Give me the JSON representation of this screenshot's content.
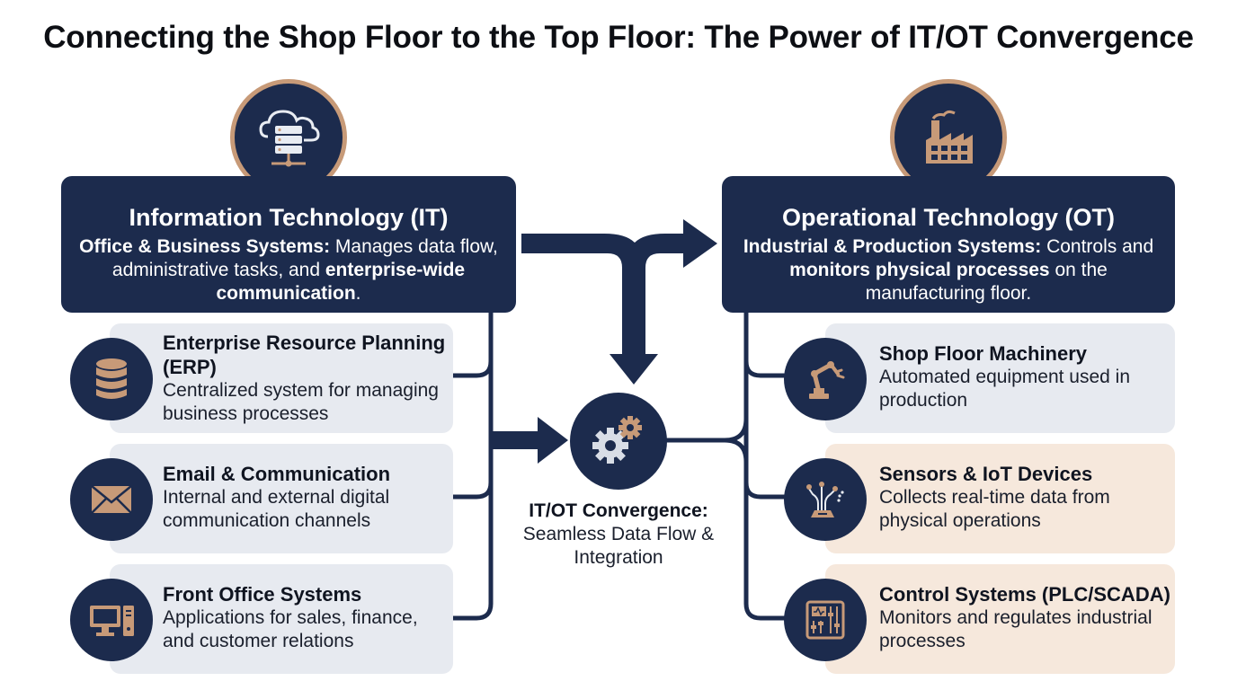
{
  "title": "Connecting the Shop Floor to the Top Floor: The Power of IT/OT Convergence",
  "colors": {
    "navy": "#1c2b4d",
    "accent": "#c79a78",
    "card_grey": "#e7eaf0",
    "card_beige": "#f6e8dc"
  },
  "it": {
    "icon": "cloud-server-icon",
    "title": "Information Technology (IT)",
    "desc_bold_1": "Office & Business Systems:",
    "desc_1": " Manages data flow, administrative tasks, and ",
    "desc_bold_2": "enterprise-wide communication",
    "desc_2": ".",
    "cards": [
      {
        "icon": "database-icon",
        "title": "Enterprise Resource Planning (ERP)",
        "desc": "Centralized system for managing business processes"
      },
      {
        "icon": "envelope-icon",
        "title": "Email & Communication",
        "desc": "Internal and external digital communication channels"
      },
      {
        "icon": "desktop-computer-icon",
        "title": "Front Office Systems",
        "desc": "Applications for sales, finance, and customer relations"
      }
    ]
  },
  "ot": {
    "icon": "factory-icon",
    "title": "Operational Technology (OT)",
    "desc_bold_1": "Industrial & Production Systems:",
    "desc_1": " Controls and ",
    "desc_bold_2": "monitors physical processes",
    "desc_2": " on the manufacturing floor.",
    "cards": [
      {
        "icon": "robot-arm-icon",
        "title": "Shop Floor Machinery",
        "desc": "Automated equipment used in production"
      },
      {
        "icon": "sensor-iot-icon",
        "title": "Sensors & IoT Devices",
        "desc": "Collects real-time data from physical operations"
      },
      {
        "icon": "control-panel-icon",
        "title": "Control Systems (PLC/SCADA)",
        "desc": "Monitors and regulates industrial processes"
      }
    ]
  },
  "center": {
    "icon": "gears-icon",
    "title": "IT/OT Convergence:",
    "desc": "Seamless Data Flow & Integration"
  }
}
